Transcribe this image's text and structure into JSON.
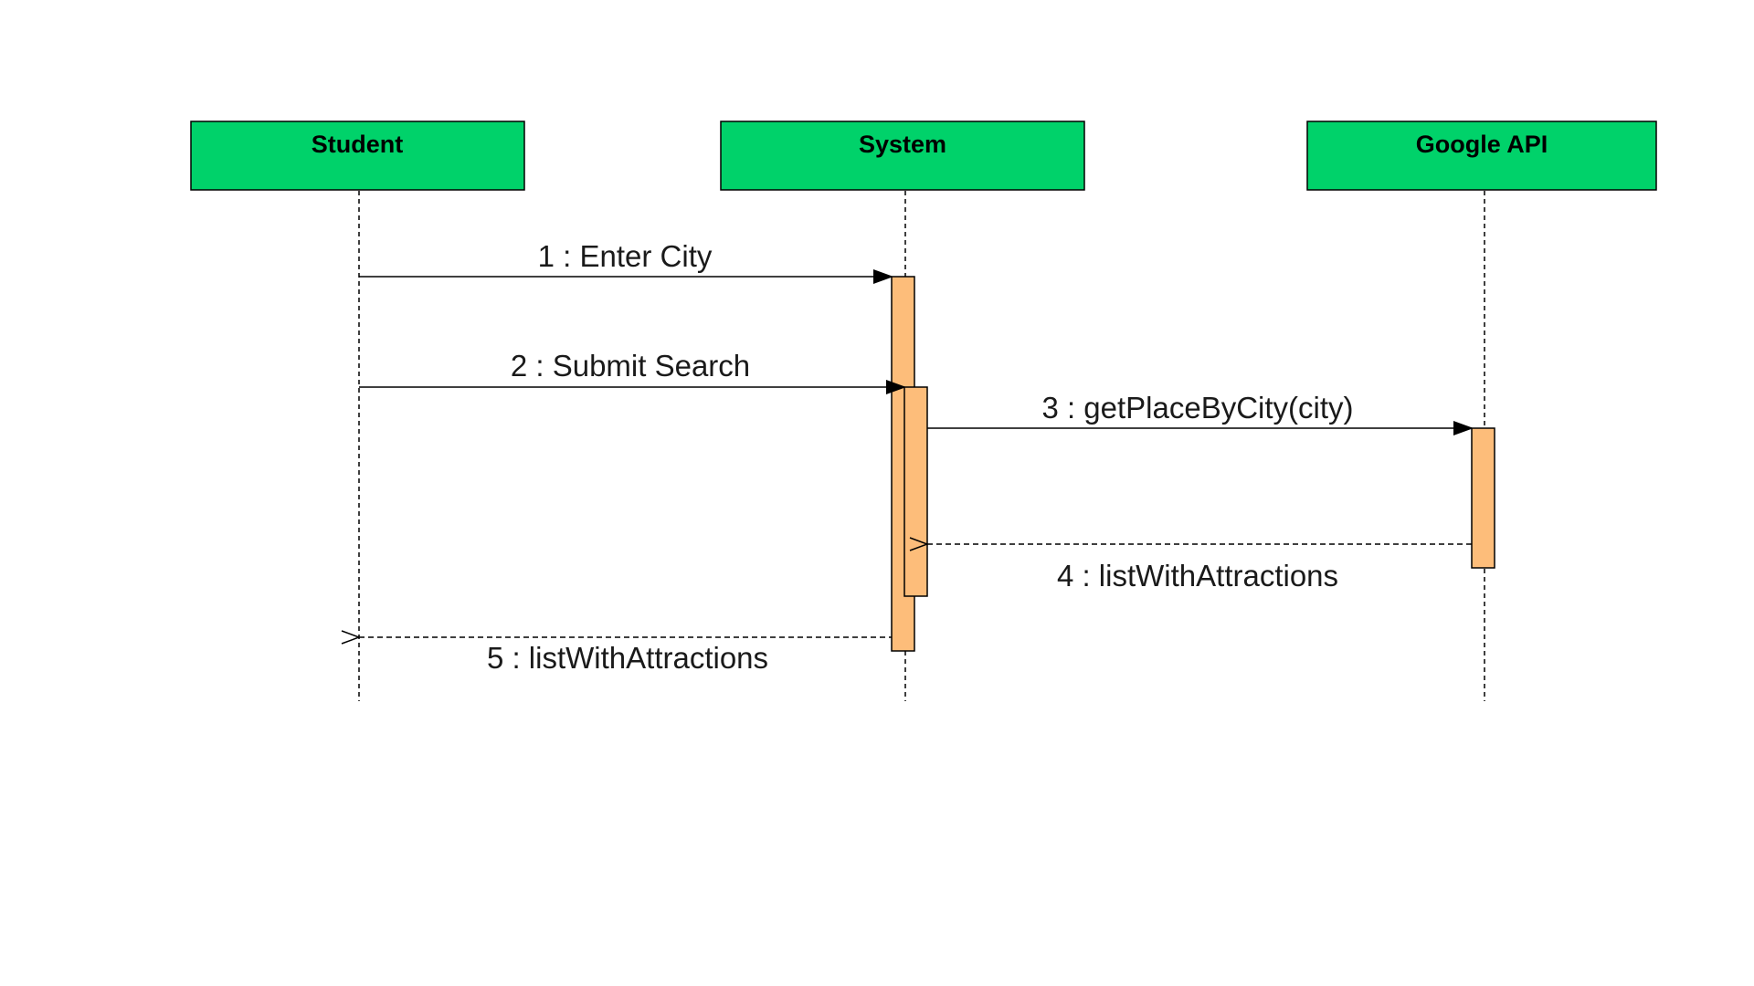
{
  "diagram": {
    "type": "sequence",
    "colors": {
      "participant_fill": "#00d26a",
      "activation_fill": "#fdbd7a",
      "line": "#000000"
    },
    "participants": [
      {
        "id": "student",
        "label": "Student"
      },
      {
        "id": "system",
        "label": "System"
      },
      {
        "id": "google",
        "label": "Google API"
      }
    ],
    "messages": [
      {
        "number": 1,
        "label": "1 : Enter City",
        "from": "student",
        "to": "system",
        "kind": "sync"
      },
      {
        "number": 2,
        "label": "2 : Submit Search",
        "from": "student",
        "to": "system",
        "kind": "sync"
      },
      {
        "number": 3,
        "label": "3 : getPlaceByCity(city)",
        "from": "system",
        "to": "google",
        "kind": "sync"
      },
      {
        "number": 4,
        "label": "4 : listWithAttractions",
        "from": "google",
        "to": "system",
        "kind": "return"
      },
      {
        "number": 5,
        "label": "5 : listWithAttractions",
        "from": "system",
        "to": "student",
        "kind": "return"
      }
    ]
  }
}
